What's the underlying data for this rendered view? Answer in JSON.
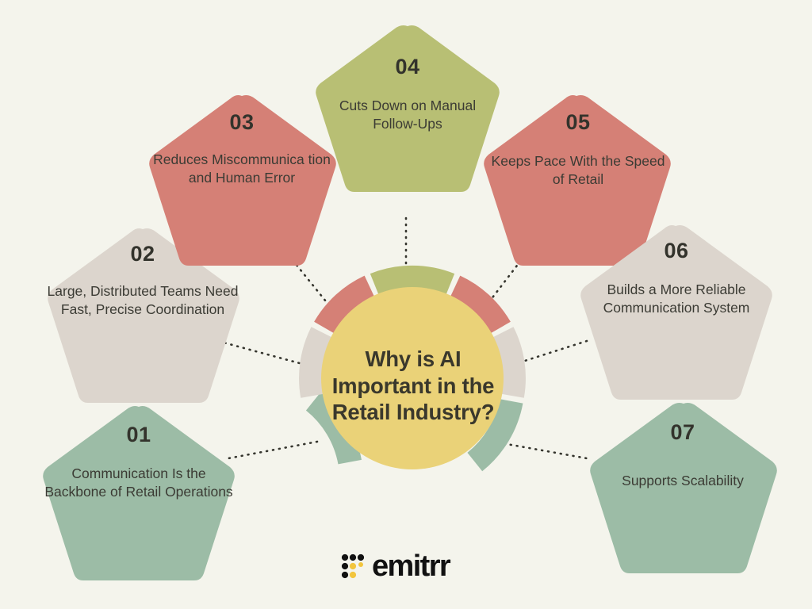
{
  "meta": {
    "background_color": "#F4F4EC",
    "text_color": "#3B3B34"
  },
  "center": {
    "title": "Why is AI Important in the Retail Industry?",
    "title_line1": "Why is AI",
    "title_line2": "Important in the",
    "title_line3": "Retail Industry?",
    "fill_color": "#EAD278"
  },
  "palette": {
    "salmon": "#D58076",
    "olive": "#B8BF74",
    "sage": "#9CBCA6",
    "taupe": "#DCD5CD",
    "yellow": "#EAD278",
    "ink": "#3B3B34"
  },
  "nodes": [
    {
      "number": "01",
      "label": "Communication Is the Backbone of Retail Operations",
      "color": "#9CBCA6",
      "name": "node-communication-backbone"
    },
    {
      "number": "02",
      "label": "Large, Distributed Teams Need Fast, Precise Coordination",
      "color": "#DCD5CD",
      "name": "node-distributed-teams"
    },
    {
      "number": "03",
      "label": "Reduces Miscommunica tion and Human Error",
      "color": "#D58076",
      "name": "node-reduces-miscommunication"
    },
    {
      "number": "04",
      "label": "Cuts Down on Manual Follow-Ups",
      "color": "#B8BF74",
      "name": "node-cuts-manual-followups"
    },
    {
      "number": "05",
      "label": "Keeps Pace With the Speed of Retail",
      "color": "#D58076",
      "name": "node-keeps-pace-retail"
    },
    {
      "number": "06",
      "label": "Builds a More Reliable Communication System",
      "color": "#DCD5CD",
      "name": "node-reliable-communication-system"
    },
    {
      "number": "07",
      "label": "Supports Scalability",
      "color": "#9CBCA6",
      "name": "node-supports-scalability"
    }
  ],
  "ring_segments": [
    {
      "index": 1,
      "color": "#9CBCA6"
    },
    {
      "index": 2,
      "color": "#DCD5CD"
    },
    {
      "index": 3,
      "color": "#D58076"
    },
    {
      "index": 4,
      "color": "#B8BF74"
    },
    {
      "index": 5,
      "color": "#D58076"
    },
    {
      "index": 6,
      "color": "#DCD5CD"
    },
    {
      "index": 7,
      "color": "#9CBCA6"
    }
  ],
  "logo": {
    "wordmark": "emitrr",
    "mark_name": "emitrr-dot-matrix-icon",
    "dark_color": "#111111",
    "accent_color": "#F2C53D"
  }
}
